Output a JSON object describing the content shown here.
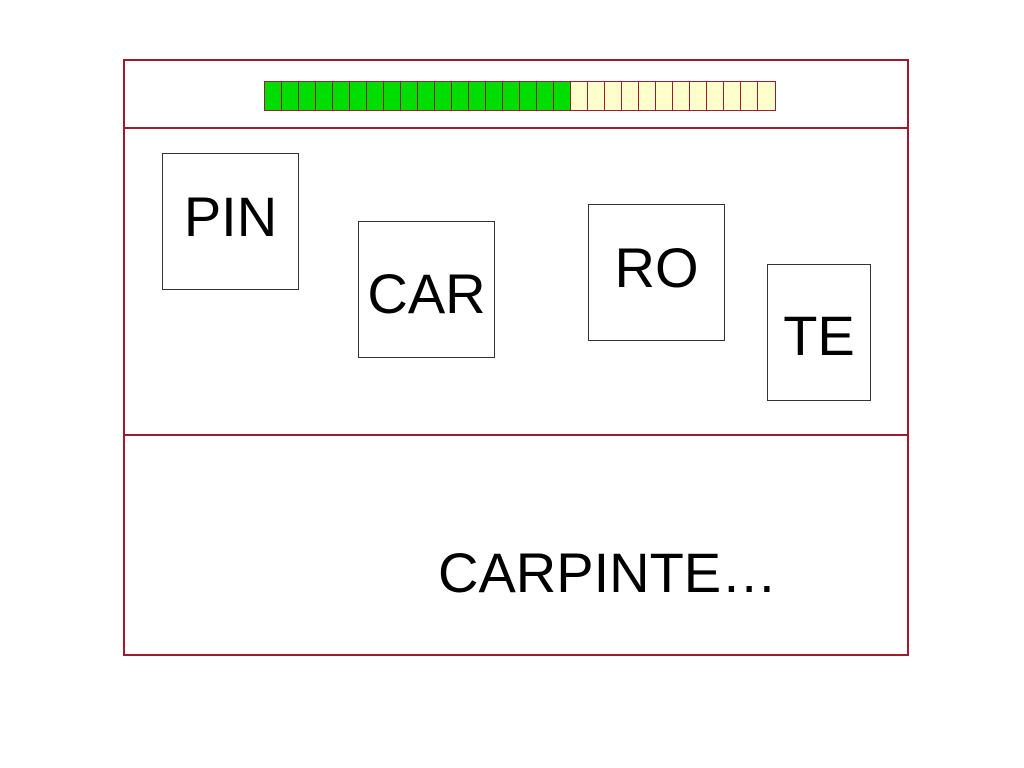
{
  "colors": {
    "frame_border": "#9b1b30",
    "progress_filled": "#00dd00",
    "progress_empty": "#ffffcc"
  },
  "progress": {
    "total_cells": 30,
    "filled_cells": 18
  },
  "tiles": [
    {
      "label": "PIN"
    },
    {
      "label": "CAR"
    },
    {
      "label": "RO"
    },
    {
      "label": "TE"
    }
  ],
  "answer": {
    "text": "CARPINTE…"
  }
}
